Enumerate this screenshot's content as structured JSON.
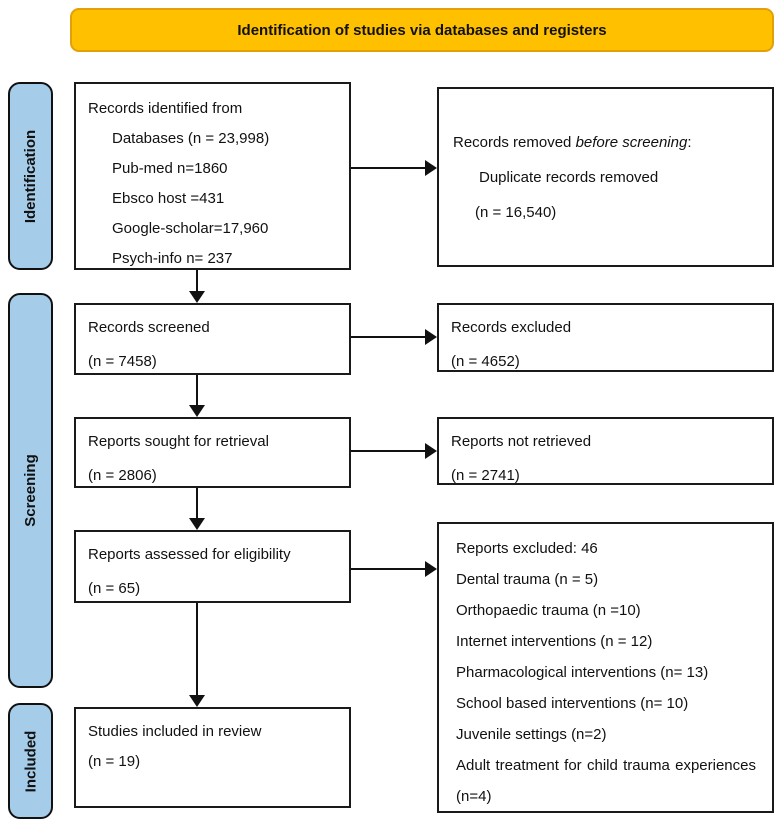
{
  "banner": {
    "label": "Identification of studies via databases and registers"
  },
  "stages": [
    {
      "label": "Identification"
    },
    {
      "label": "Screening"
    },
    {
      "label": "Included"
    }
  ],
  "flow": {
    "records_identified": {
      "title": "Records identified from",
      "items": [
        "Databases (n = 23,998)",
        "Pub-med n=1860",
        "Ebsco host =431",
        "Google-scholar=17,960",
        "Psych-info n= 237"
      ]
    },
    "records_removed": {
      "title_prefix": "Records removed ",
      "title_italic": "before screening",
      "title_suffix": ":",
      "items": [
        "Duplicate records removed",
        "(n = 16,540)"
      ]
    },
    "records_screened": {
      "line1": "Records screened",
      "line2": "(n = 7458)"
    },
    "records_excluded": {
      "line1": "Records excluded",
      "line2": "(n = 4652)"
    },
    "reports_sought": {
      "line1": "Reports sought for retrieval",
      "line2": "(n = 2806)"
    },
    "reports_not_retrieved": {
      "line1": "Reports not retrieved",
      "line2": "(n = 2741)"
    },
    "reports_assessed": {
      "line1": "Reports assessed for eligibility",
      "line2": "(n = 65)"
    },
    "reports_excluded": {
      "title": "Reports excluded: 46",
      "items": [
        "Dental trauma (n = 5)",
        "Orthopaedic trauma (n =10)",
        "Internet interventions (n = 12)",
        "Pharmacological interventions (n= 13)",
        "School based interventions (n= 10)",
        "Juvenile settings (n=2)",
        "Adult treatment for child trauma experiences (n=4)"
      ]
    },
    "studies_included": {
      "line1": "Studies included in review",
      "line2": "(n = 19)"
    }
  },
  "colors": {
    "banner_fill": "#FFC000",
    "banner_border": "#E3A008",
    "stage_fill": "#A5CCE9",
    "box_border": "#1A1A1A"
  }
}
